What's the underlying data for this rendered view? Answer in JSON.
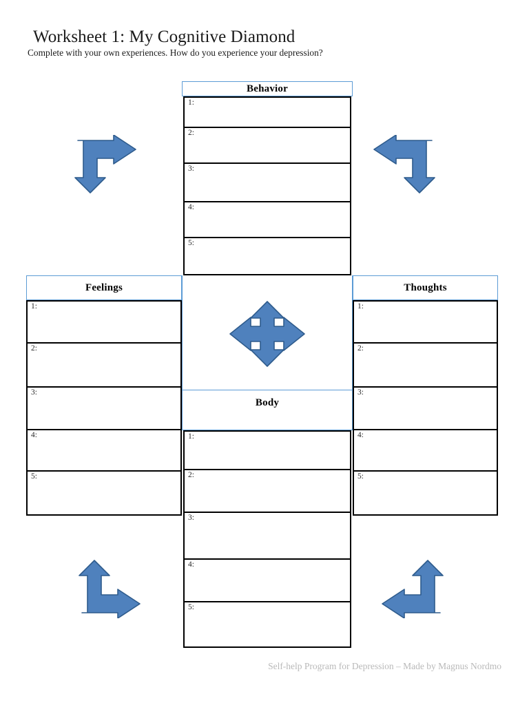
{
  "document": {
    "title": "Worksheet 1: My Cognitive Diamond",
    "subtitle": "Complete with your own experiences. How do you experience your depression?",
    "footer": "Self-help Program for Depression – Made by Magnus Nordmo"
  },
  "colors": {
    "accent_blue": "#5b9bd5",
    "arrow_fill": "#4f81bd",
    "arrow_stroke": "#2e5b8c",
    "row_border": "#000000",
    "footer_text": "#b9b9b9"
  },
  "sections": {
    "behavior": {
      "header": "Behavior",
      "rows": [
        "1:",
        "2:",
        "3:",
        "4:",
        "5:"
      ]
    },
    "feelings": {
      "header": "Feelings",
      "rows": [
        "1:",
        "2:",
        "3:",
        "4:",
        "5:"
      ]
    },
    "thoughts": {
      "header": "Thoughts",
      "rows": [
        "1:",
        "2:",
        "3:",
        "4:",
        "5:"
      ]
    },
    "body": {
      "header": "Body",
      "rows": [
        "1:",
        "2:",
        "3:",
        "4:",
        "5:"
      ]
    }
  },
  "arrows": {
    "center": "four-way-arrow",
    "top_left": "bent-arrow-right-down",
    "top_right": "bent-arrow-left-down",
    "bottom_left": "bent-arrow-up-right",
    "bottom_right": "bent-arrow-up-left"
  }
}
